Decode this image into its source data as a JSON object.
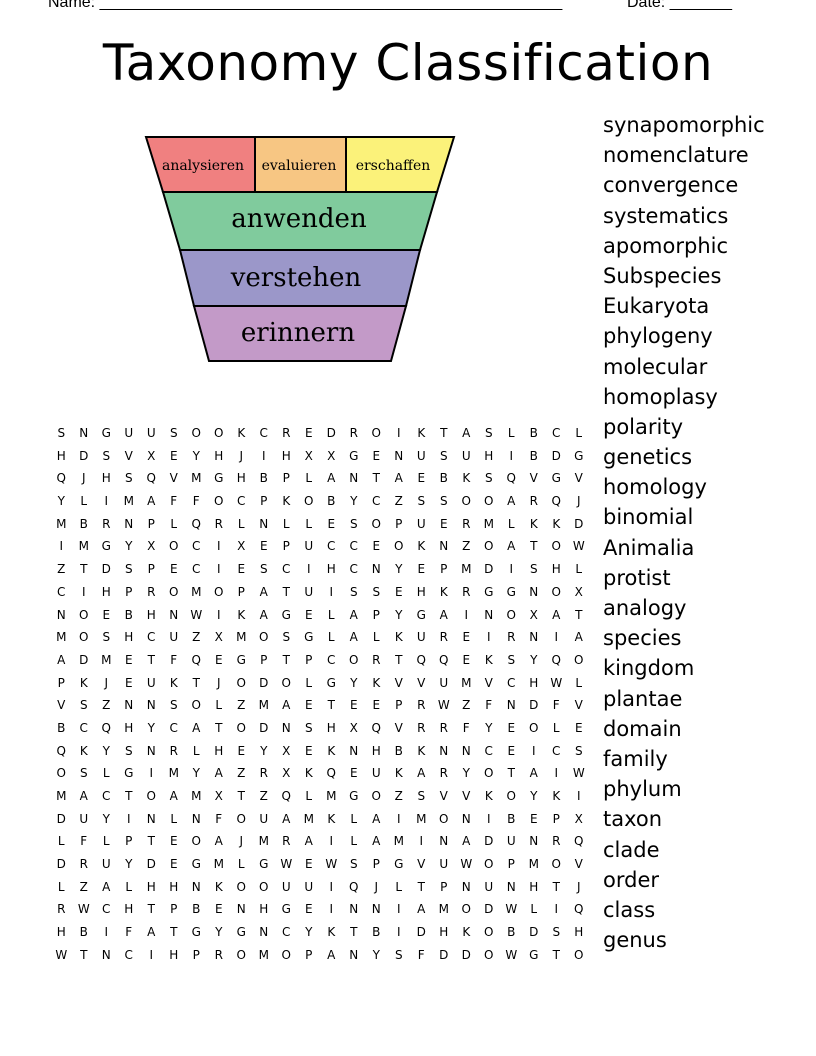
{
  "header": {
    "name_label": "Name: ____________________________________________________",
    "date_label": "Date: _______"
  },
  "title": "Taxonomy Classification",
  "pyramid": {
    "top_levels": [
      "analysieren",
      "evaluieren",
      "erschaffen"
    ],
    "levels": [
      "anwenden",
      "verstehen",
      "erinnern"
    ],
    "colors": {
      "analysieren": "#f08080",
      "evaluieren": "#f7c683",
      "erschaffen": "#fbf27a",
      "anwenden": "#80cb9d",
      "verstehen": "#9b97c9",
      "erinnern": "#c39ac8"
    }
  },
  "grid": [
    "SNGUUSOOKCREDROIKTASLBCL",
    "HDSVXEYHJIHXXGENUSUHIBDG",
    "QJHSQVMGHBPLANTAEBKSQVGV",
    "YLIMAFFOCPKOBYCZSSOOARQJ",
    "MBRNPLQRLNLLESOPUERMLKKD",
    "IMGYXOCIXEPUCCEOKNZOATOW",
    "ZTDSPECIESCIHCNYEPMDISHL",
    "CIHPROMOPATUISSEHKRGGNOX",
    "NOEBHNWIKAGELAPYGAINOXAT",
    "MOSHCUZXMOSGLALKUREIRNIA",
    "ADMETFQEGPTPCORTQQEKSYQO",
    "PKJEUKTJODOLGYKVVUMVCHWL",
    "VSZNNSOLZMAETEEPRWZFNDFV",
    "BCQHYCATODNSHXQVRRFYEOLE",
    "QKYSNRLHEYXEKNHBKNNCEICS",
    "OSLGIMYAZRXKQEUKARYOTAIW",
    "MACTOAMXTZQLMGOZSVVKOYKI",
    "DUYINLNFOUAMKLAIMONIBEPX",
    "LFLPTEOAJMRAILAMINADUNRQ",
    "DRUYDEGMLGWEWSPGVUWOPMOV",
    "LZALHHNKOOUUIQJLTPNUNHTJ",
    "RWCHTPBENHGEINNIAMODWLIQ",
    "HBIFATGYGNCYKTBIDHKOBDSH",
    "WTNCIHPROMOPANYSFDDOWGTO"
  ],
  "words": [
    "synapomorphic",
    "nomenclature",
    "convergence",
    "systematics",
    "apomorphic",
    "Subspecies",
    "Eukaryota",
    "phylogeny",
    "molecular",
    "homoplasy",
    "polarity",
    "genetics",
    "homology",
    "binomial",
    "Animalia",
    "protist",
    "analogy",
    "species",
    "kingdom",
    "plantae",
    "domain",
    "family",
    "phylum",
    "taxon",
    "clade",
    "order",
    "class",
    "genus"
  ]
}
